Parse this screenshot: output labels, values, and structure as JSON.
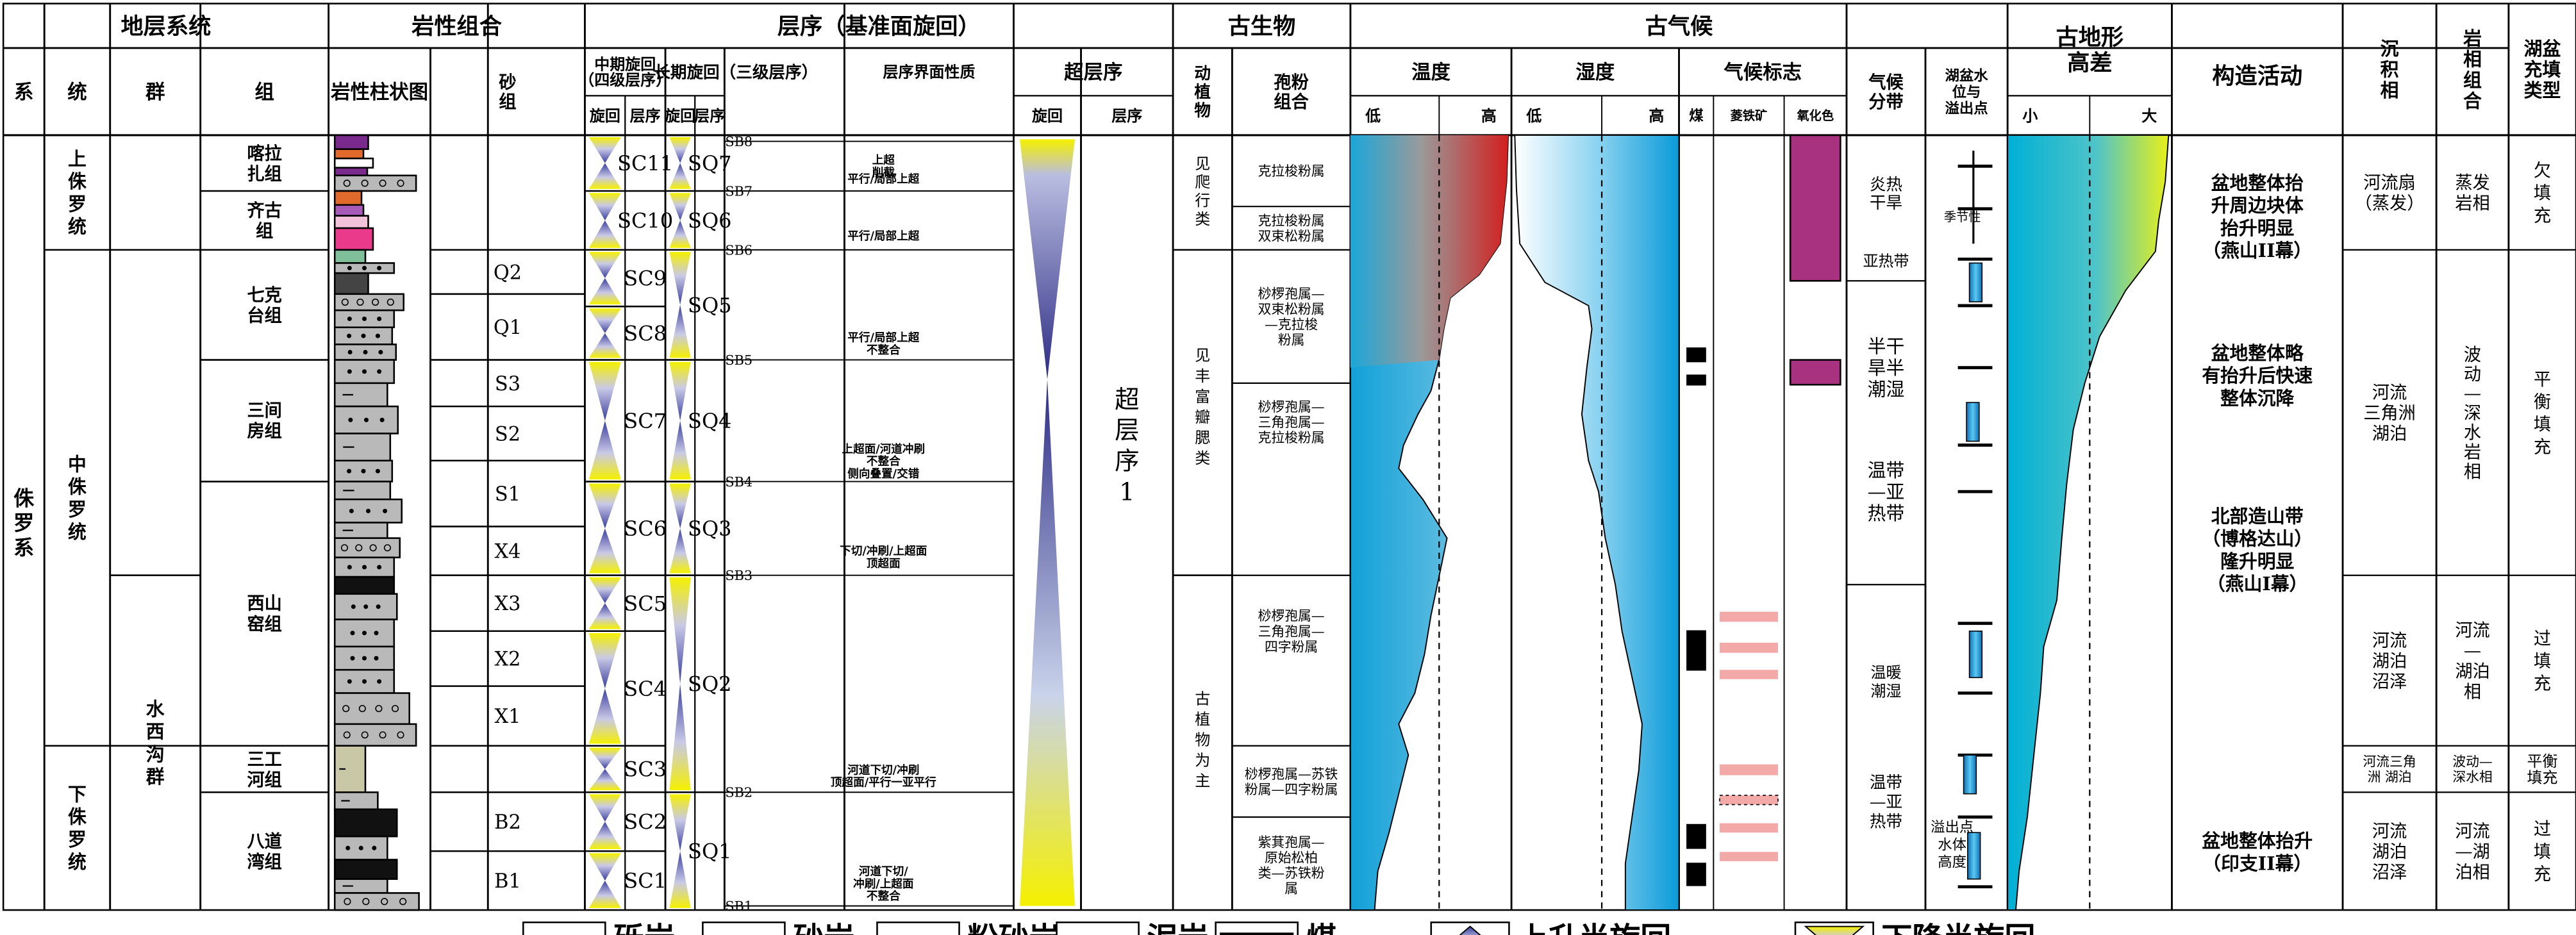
{
  "headers": {
    "stratigraphy_system": "地层系统",
    "lithology": "岩性组合",
    "sequence": "层序（基准面旋回）",
    "paleobiology": "古生物",
    "paleoclimate": "古气候",
    "paleo_topography": "古地形\n高差",
    "tectonics": "构造活动",
    "sed_facies": "沉\n积\n相",
    "litho_facies": "岩\n相\n组\n合",
    "basin_fill": "湖盆\n充填\n类型",
    "system": "系",
    "series": "统",
    "group": "群",
    "formation": "组",
    "column": "岩性柱状图",
    "sand_group": "砂\n组",
    "mid_cycle": "中期旋回\n（四级层序）",
    "long_cycle": "长期旋回（三级层序）",
    "boundary_nature": "层序界面性质",
    "super_seq": "超层序",
    "cycle": "旋回",
    "seq": "层序",
    "fauna_flora": "动\n植\n物",
    "pollen": "孢粉\n组合",
    "temperature": "温度",
    "humidity": "湿度",
    "climate_marker": "气候标志",
    "climate_zone": "气候\n分带",
    "lake_level": "湖盆水\n位与\n溢出点",
    "low": "低",
    "high": "高",
    "small": "小",
    "big": "大",
    "coal": "煤",
    "siderite": "菱铁矿",
    "oxidation": "氧化色"
  },
  "system_name": "侏\n罗\n系",
  "series": [
    {
      "name": "上\n侏\n罗\n统"
    },
    {
      "name": "中\n侏\n罗\n统"
    },
    {
      "name": "下\n侏\n罗\n统"
    }
  ],
  "group_name": "水\n西\n沟\n群",
  "formations": [
    {
      "name": "喀拉\n扎组"
    },
    {
      "name": "齐古\n组"
    },
    {
      "name": "七克\n台组"
    },
    {
      "name": "三间\n房组"
    },
    {
      "name": "西山\n窑组"
    },
    {
      "name": "三工\n河组"
    },
    {
      "name": "八道\n湾组"
    }
  ],
  "sand_groups": [
    "Q2",
    "Q1",
    "S3",
    "S2",
    "S1",
    "X4",
    "X3",
    "X2",
    "X1",
    "B2",
    "B1"
  ],
  "mid_sequences": [
    "SC11",
    "SC10",
    "SC9",
    "SC8",
    "SC7",
    "SC6",
    "SC5",
    "SC4",
    "SC3",
    "SC2",
    "SC1"
  ],
  "long_sequences": [
    "SQ7",
    "SQ6",
    "SQ5",
    "SQ4",
    "SQ3",
    "SQ2",
    "SQ1"
  ],
  "boundaries": [
    {
      "label": "SB8",
      "note": "上超\n削截"
    },
    {
      "label": "SB7",
      "note": "平行/局部上超"
    },
    {
      "label": "SB6",
      "note": "平行/局部上超"
    },
    {
      "label": "SB5",
      "note": "平行/局部上超\n不整合"
    },
    {
      "label": "SB4",
      "note": "上超面/河道冲刷\n不整合\n侧向叠置/交错"
    },
    {
      "label": "SB3",
      "note": "下切/冲刷/上超面\n顶超面"
    },
    {
      "label": "SB2",
      "note": "河道下切/冲刷\n顶超面/平行一亚平行"
    },
    {
      "label": "SB1",
      "note": "河道下切/\n冲刷/上超面\n不整合"
    }
  ],
  "super_sequence_label": "超\n层\n序\n1",
  "fauna": [
    {
      "name": "见\n爬\n行\n类"
    },
    {
      "name": "见\n丰\n富\n瓣\n腮\n类"
    },
    {
      "name": "古\n植\n物\n为\n主"
    }
  ],
  "pollen_groups": [
    "克拉梭粉属",
    "克拉梭粉属\n双束松粉属",
    "桫椤孢属—\n双束松粉属\n—克拉梭\n粉属",
    "桫椤孢属—\n三角孢属—\n克拉梭粉属",
    "桫椤孢属—\n三角孢属—\n四字粉属",
    "桫椤孢属—苏铁\n粉属—四字粉属",
    "紫萁孢属—\n原始松柏\n类—苏铁粉\n属"
  ],
  "climate_zones": [
    "炎热\n干旱",
    "亚热带",
    "半干\n旱半\n潮湿",
    "温带\n—亚\n热带",
    "温暖\n潮湿",
    "温带\n—亚\n热带"
  ],
  "lake_labels": {
    "seasonal": "季节性",
    "overflow": "溢出点\n水体\n高度"
  },
  "tectonics": [
    "盆地整体抬\n升周边块体\n抬升明显\n（燕山II幕）",
    "盆地整体略\n有抬升后快速\n整体沉降",
    "北部造山带\n（博格达山）\n隆升明显\n（燕山I幕）",
    "盆地整体抬升\n（印支II幕）"
  ],
  "sed_facies": [
    "河流扇\n（蒸发）",
    "河流\n三角洲\n湖泊",
    "河流\n湖泊\n沼泽",
    "河流三角\n洲 湖泊",
    "河流\n湖泊\n沼泽"
  ],
  "litho_combos": [
    "蒸发\n岩相",
    "波\n动\n—\n深\n水\n岩\n相",
    "河流\n—\n湖泊\n相",
    "波动—\n深水相",
    "河流\n—湖\n泊相"
  ],
  "basin_fill": [
    "欠\n填\n充",
    "平\n衡\n填\n充",
    "过\n填\n充",
    "平衡\n填充",
    "过\n填\n充"
  ],
  "legend": [
    {
      "name": "砾岩"
    },
    {
      "name": "砂岩"
    },
    {
      "name": "粉砂岩"
    },
    {
      "name": "泥岩"
    },
    {
      "name": "煤"
    },
    {
      "name": "上升半旋回"
    },
    {
      "name": "下降半旋回"
    }
  ],
  "colors": {
    "rise_blue": "#3a3f9e",
    "fall_yellow": "#f5f000",
    "temp_red": "#d21f1f",
    "temp_blue": "#1aa7d9",
    "humid_blue": "#16a3df",
    "topo_cyan": "#00b3d8",
    "topo_yellow": "#e8f018",
    "oxidation": "#b03a86",
    "siderite": "#f4a9a9",
    "gray": "#b9b9b9"
  }
}
